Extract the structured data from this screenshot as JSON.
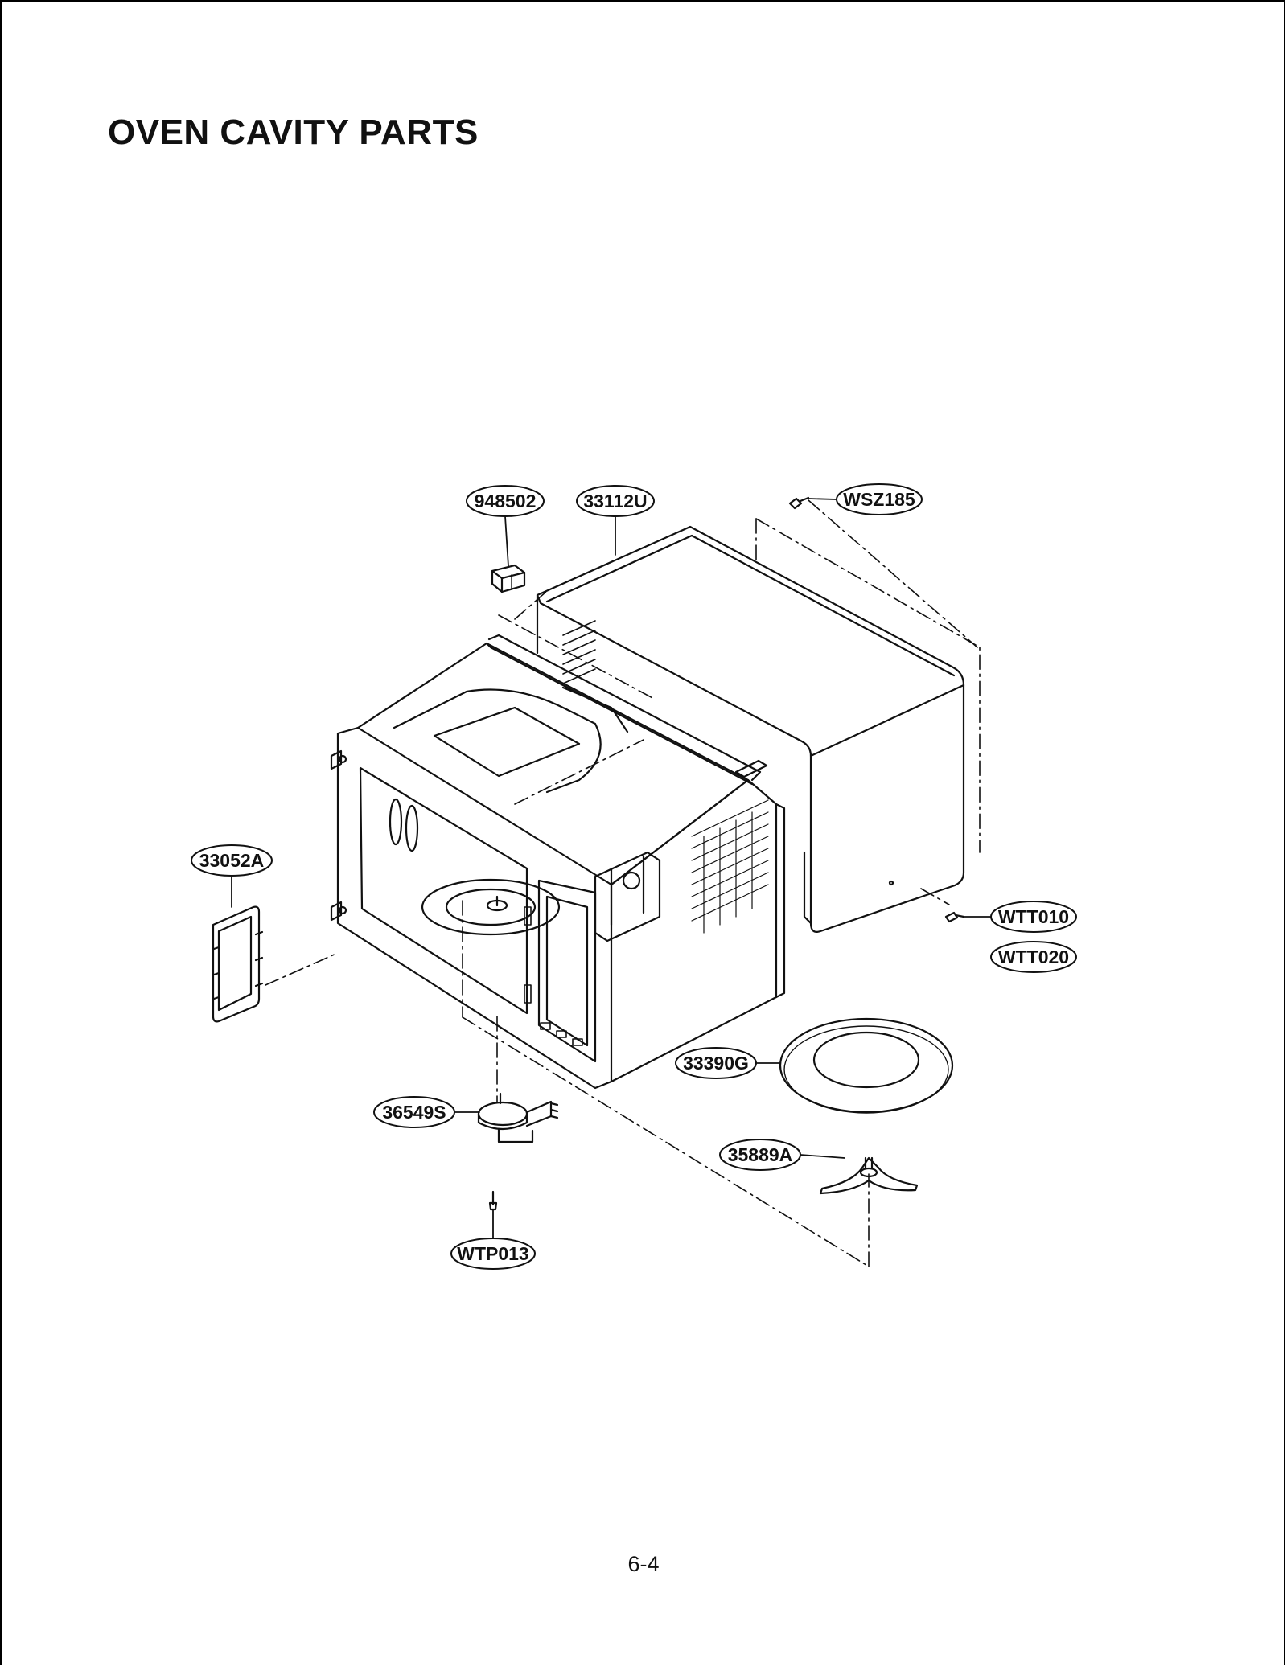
{
  "page": {
    "title": "OVEN CAVITY PARTS",
    "page_number": "6-4"
  },
  "callouts": [
    {
      "id": "948502",
      "label": "948502"
    },
    {
      "id": "33112U",
      "label": "33112U"
    },
    {
      "id": "WSZ185",
      "label": "WSZ185"
    },
    {
      "id": "33052A",
      "label": "33052A"
    },
    {
      "id": "WTT010",
      "label": "WTT010"
    },
    {
      "id": "WTT020",
      "label": "WTT020"
    },
    {
      "id": "33390G",
      "label": "33390G"
    },
    {
      "id": "36549S",
      "label": "36549S"
    },
    {
      "id": "35889A",
      "label": "35889A"
    },
    {
      "id": "WTP013",
      "label": "WTP013"
    }
  ]
}
